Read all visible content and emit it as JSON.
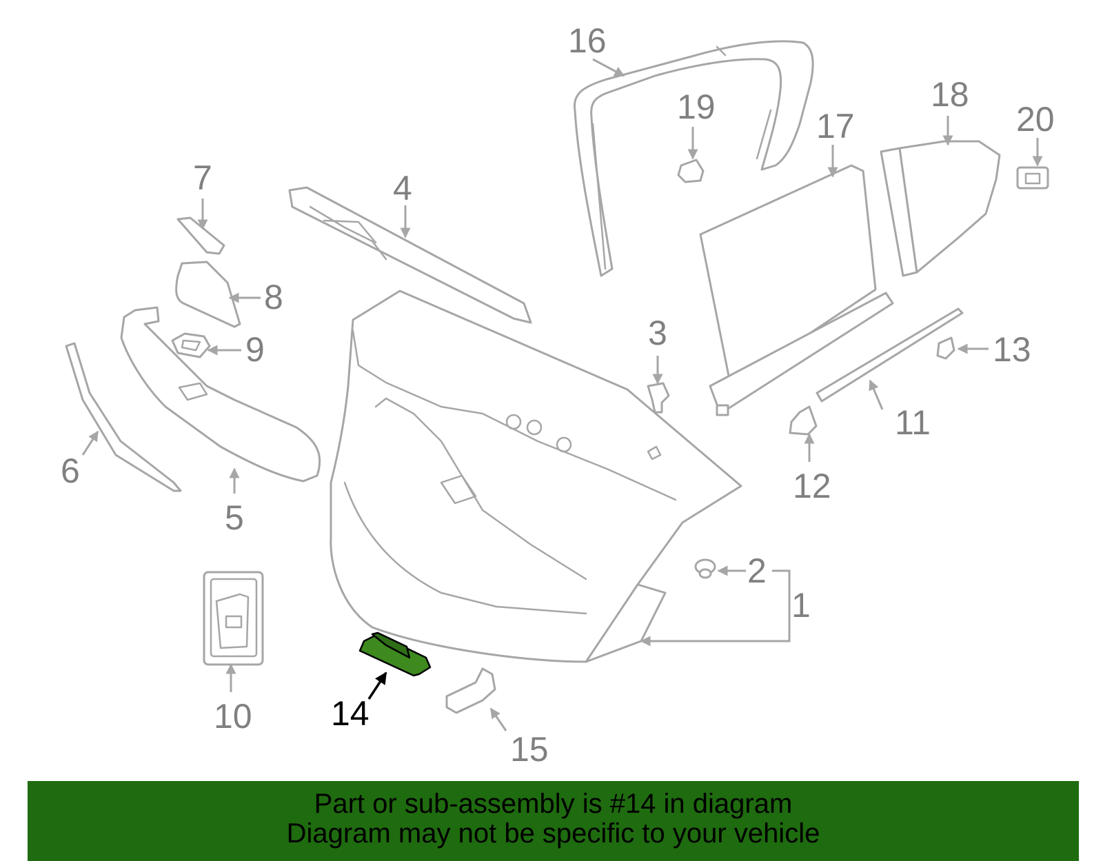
{
  "diagram": {
    "callouts": [
      "1",
      "2",
      "3",
      "4",
      "5",
      "6",
      "7",
      "8",
      "9",
      "10",
      "11",
      "12",
      "13",
      "14",
      "15",
      "16",
      "17",
      "18",
      "19",
      "20"
    ],
    "highlighted_part": "14",
    "colors": {
      "line": "#a6a6a6",
      "label": "#808080",
      "highlight_fill": "#3e8a1f",
      "banner": "#1f6b10"
    }
  },
  "banner": {
    "line1": "Part or sub-assembly is #14 in diagram",
    "line2": "Diagram may not be specific to your vehicle"
  }
}
